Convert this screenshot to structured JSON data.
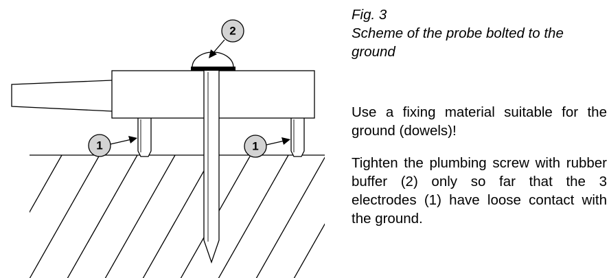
{
  "figure": {
    "number": "Fig. 3",
    "caption": "Scheme of the probe bolted to the ground"
  },
  "text": {
    "paragraph_1": "Use a fixing material suitable for the ground (dowels)!",
    "paragraph_2": "Tighten the plumbing screw with rubber buffer (2) only so far that the 3 electrodes (1) have loose contact with the ground."
  },
  "callouts": {
    "electrode_left": "1",
    "electrode_right": "1",
    "screw": "2"
  },
  "colors": {
    "line": "#000000",
    "callout_fill": "#d3d3d3",
    "housing_fill": "#ffffff",
    "background": "#ffffff"
  }
}
